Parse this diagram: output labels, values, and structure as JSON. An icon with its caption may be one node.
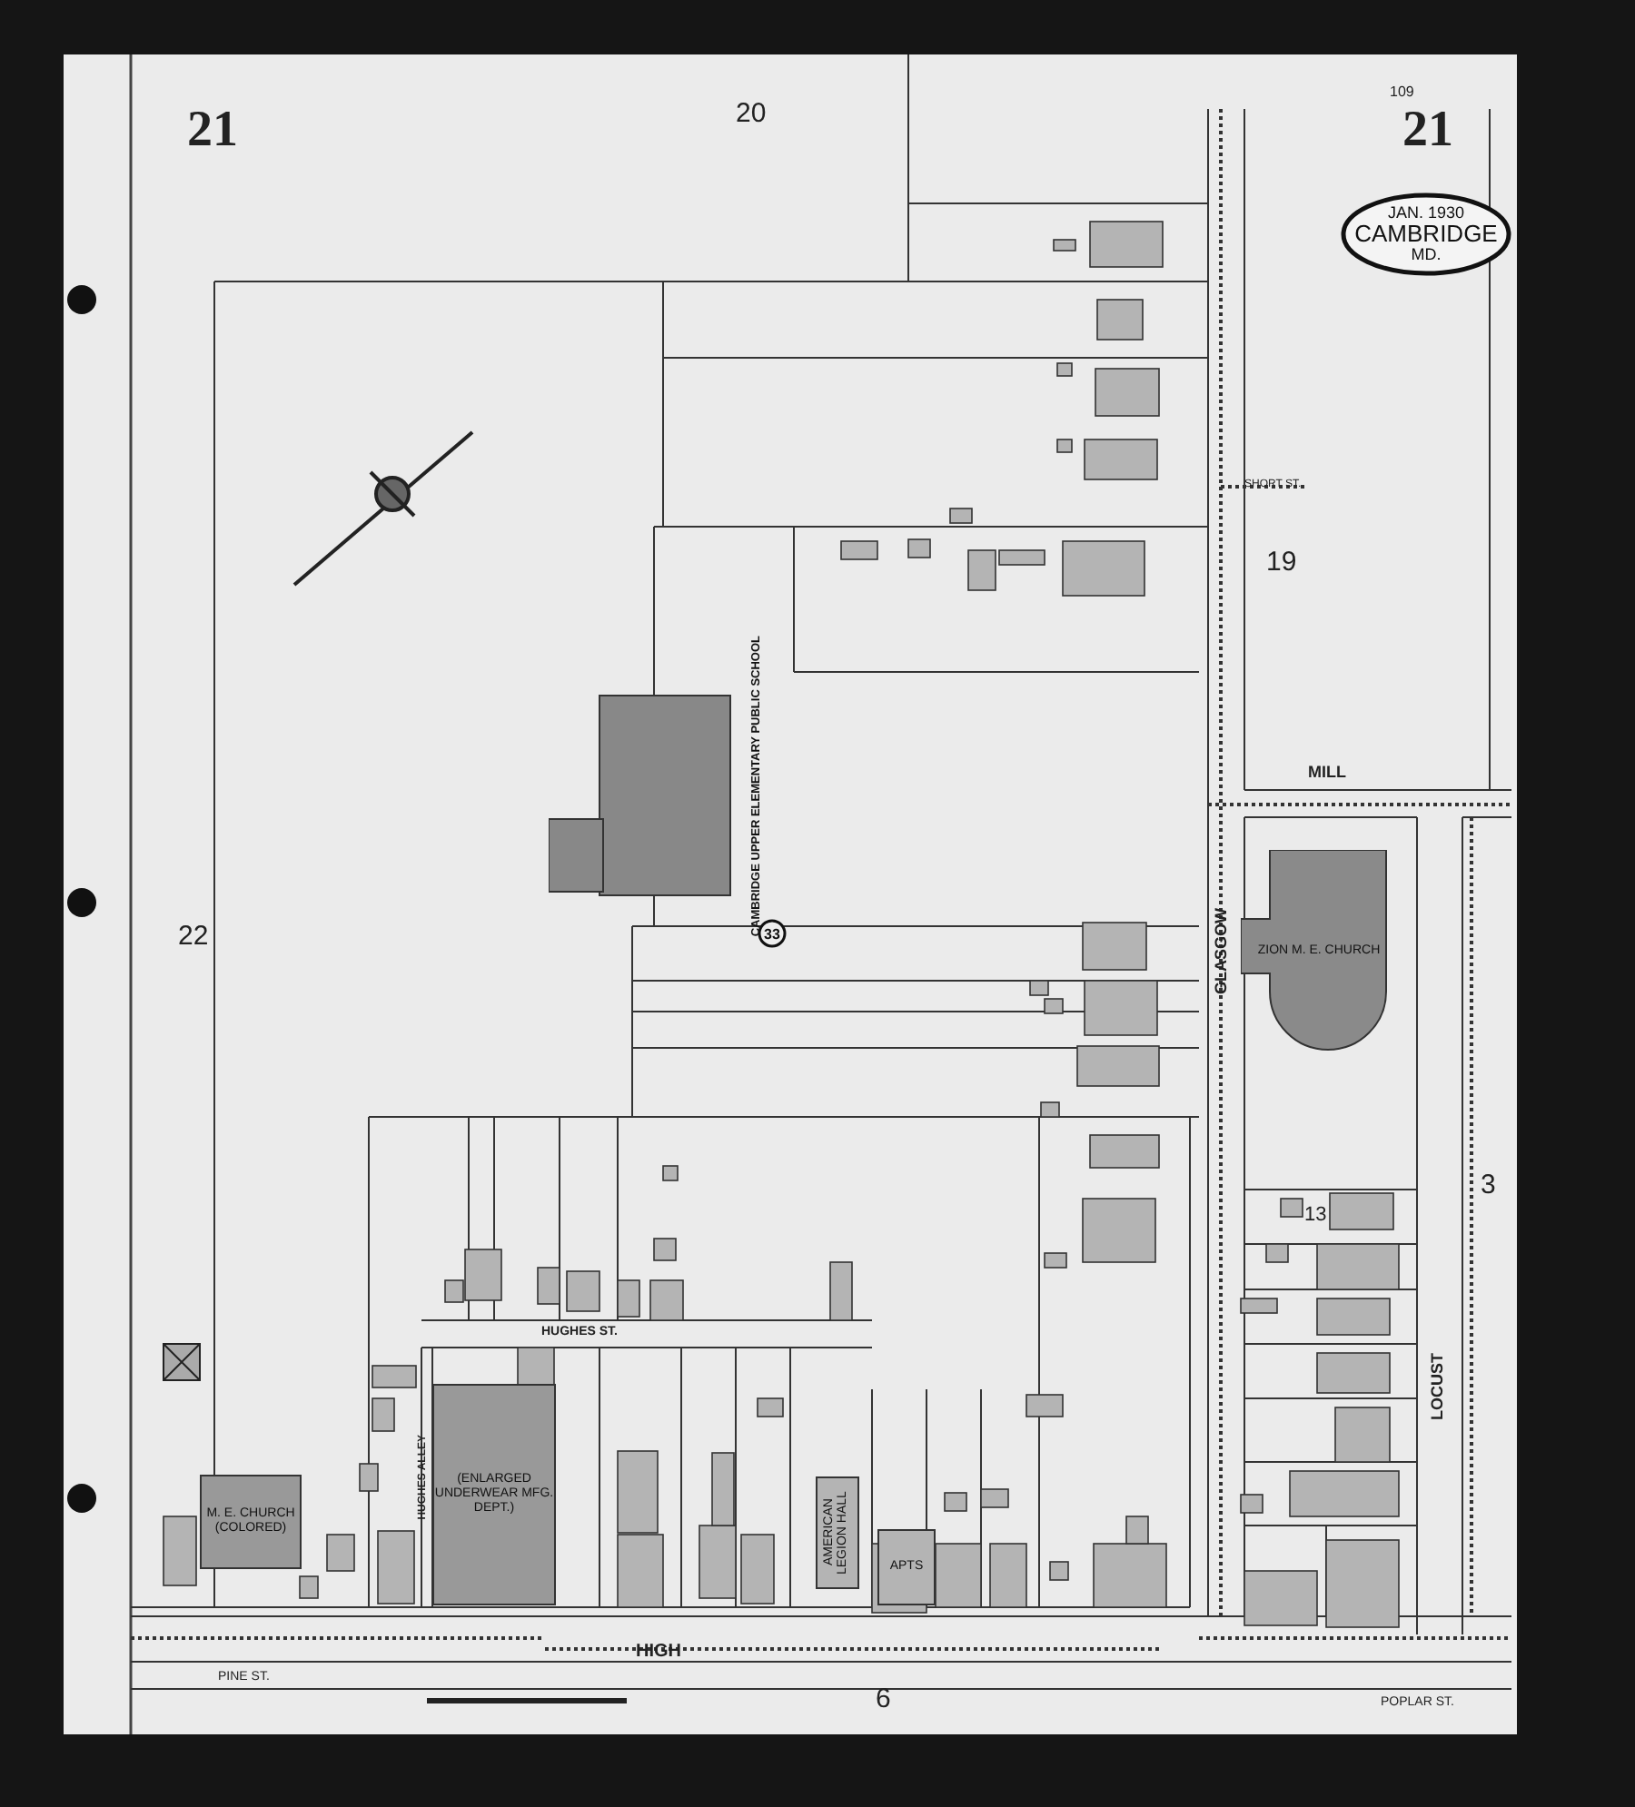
{
  "diagram": {
    "nodes": [
      {
        "text": [
          "JAN. 1930",
          "CAMBRIDGE",
          "MD."
        ]
      },
      {
        "text": [
          "CAMBRIDGE UPPER ELEMENTARY PUBLIC SCHOOL"
        ]
      },
      {
        "text": [
          "ZION M. E. CHURCH"
        ]
      },
      {
        "text": [
          "(ENLARGED UNDERWEAR MFG. DEPT.)"
        ]
      },
      {
        "text": [
          "M. E. CHURCH",
          "(COLORED)"
        ]
      },
      {
        "text": [
          "AMERICAN LEGION HALL"
        ]
      },
      {
        "text": [
          "APTS"
        ]
      },
      {
        "text": [
          "33"
        ]
      }
    ],
    "labels": [
      "21",
      "20",
      "109",
      "21",
      "19",
      "22",
      "3",
      "6",
      "13",
      "GLASGOW",
      "MILL",
      "LOCUST",
      "HIGH",
      "HUGHES ST.",
      "HUGHES ALLEY",
      "SHORT ST.",
      "PINE ST.",
      "POPLAR ST."
    ]
  }
}
